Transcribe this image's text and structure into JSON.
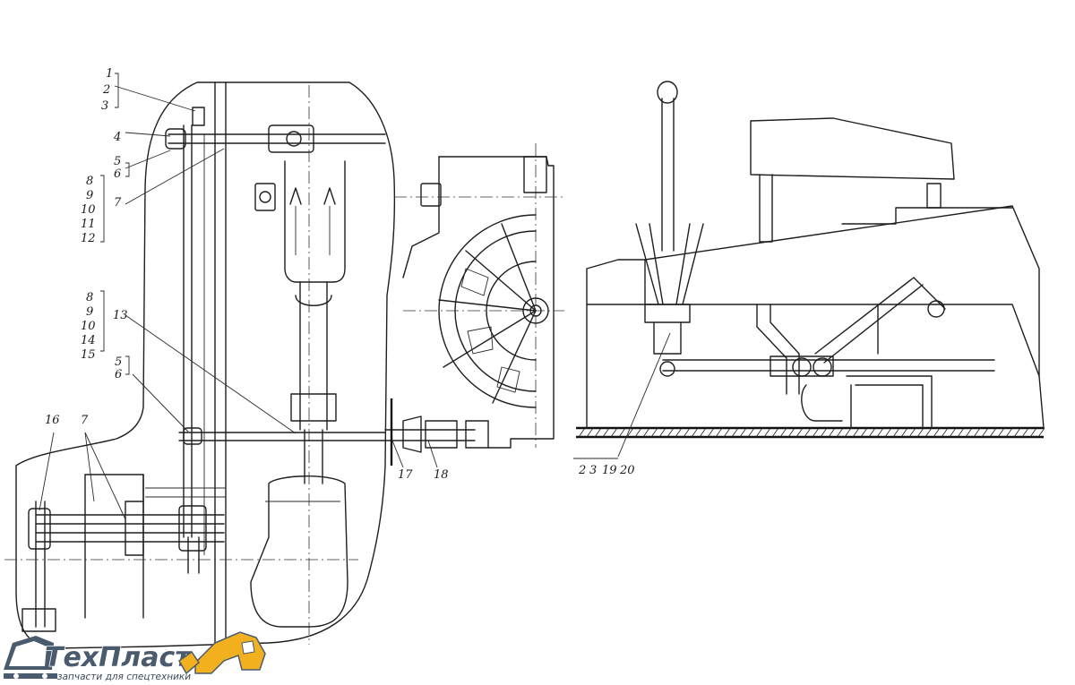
{
  "diagram": {
    "left_view_labels": {
      "l1": "1",
      "l2": "2",
      "l3": "3",
      "l4": "4",
      "l5a": "5",
      "l6a": "6",
      "l7a": "7",
      "l8a": "8",
      "l9a": "9",
      "l10a": "10",
      "l11": "11",
      "l12": "12",
      "l8b": "8",
      "l9b": "9",
      "l10b": "10",
      "l14": "14",
      "l15": "15",
      "l13": "13",
      "l5b": "5",
      "l6b": "6",
      "l16": "16",
      "l7b": "7",
      "l17": "17",
      "l18": "18"
    },
    "right_view_labels": {
      "r2": "2",
      "r3": "3",
      "r19": "19",
      "r20": "20"
    }
  },
  "logo": {
    "brand_main": "ТехПласт",
    "brand_sub": "запчасти для спецтехники",
    "colors": {
      "brand": "#4a5b6e",
      "accent": "#f2b01e",
      "text_dark": "#3b4a5a"
    }
  }
}
